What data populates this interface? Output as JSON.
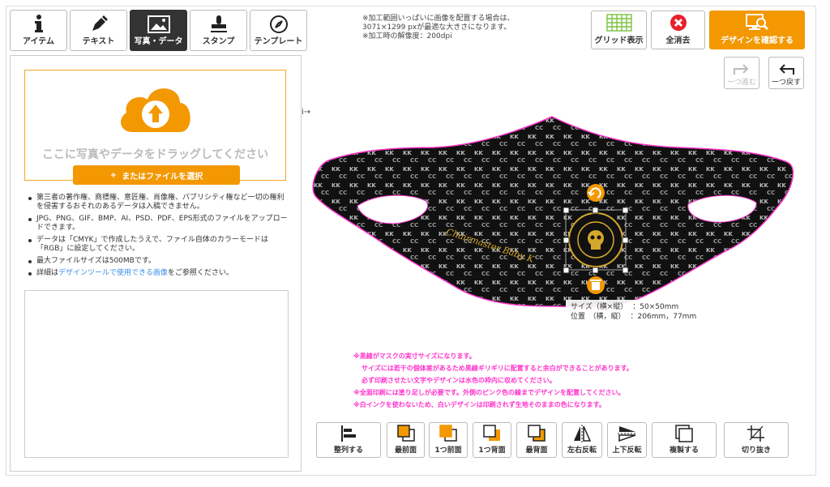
{
  "tabs": [
    {
      "label": "アイテム",
      "icon": "info-icon"
    },
    {
      "label": "テキスト",
      "icon": "pen-icon"
    },
    {
      "label": "写真・データ",
      "icon": "image-icon",
      "active": true
    },
    {
      "label": "スタンプ",
      "icon": "stamp-icon"
    },
    {
      "label": "テンプレート",
      "icon": "compass-icon"
    }
  ],
  "upload": {
    "drag_text": "ここに写真やデータをドラッグしてください",
    "file_button": "またはファイルを選択",
    "file_button_icon": "+"
  },
  "notes": [
    "第三者の著作権、商標権、意匠権、肖像権、パブリシティ権など一切の権利を侵害するおそれのあるデータは入稿できません。",
    "JPG、PNG、GIF、BMP、AI、PSD、PDF、EPS形式のファイルをアップロードできます。",
    "データは「CMYK」で作成したうえで、ファイル自体のカラーモードは「RGB」に設定してください。",
    "最大ファイルサイズは500MBです。"
  ],
  "note_link": {
    "prefix": "詳細は",
    "link": "デザインツールで使用できる画像",
    "suffix": "をご参照ください。"
  },
  "info": [
    "※加工範囲いっぱいに画像を配置する場合は、",
    "3071×1299 pxが最適な大きさになります。",
    "※加工時の解像度：200dpi"
  ],
  "top_buttons": {
    "grid": "グリッド表示",
    "clear": "全消去",
    "confirm": "デザインを確認する"
  },
  "undo": {
    "redo": "一つ進む",
    "undo": "一つ戻す"
  },
  "arrow_hint": "i→",
  "size_info": {
    "size_label": "サイズ（横×縦）",
    "size_value": "：50×50mm",
    "pos_label": "位置　（横，縦）",
    "pos_value": "：206mm，77mm"
  },
  "mask_text": "Chairmaster Baby K",
  "warnings": [
    "※黒線がマスクの実寸サイズになります。",
    "サイズには若干の個体差があるため黒線ギリギリに配置すると余白ができることがあります。",
    "必ず印刷させたい文字やデザインは水色の枠内に収めてください。",
    "※全面印刷には塗り足しが必要です。外側のピンク色の線までデザインを配置してください。",
    "※白インクを使わないため、白いデザインは印刷されず生地そのままの色になります。"
  ],
  "tools": {
    "align": "整列する",
    "front": "最前面",
    "forward": "1つ前面",
    "backward": "1つ背面",
    "back": "最背面",
    "flip_h": "左右反転",
    "flip_v": "上下反転",
    "duplicate": "複製する",
    "crop": "切り抜き"
  },
  "colors": {
    "accent": "#f39800",
    "danger": "#e8202a",
    "warn_text": "#ff33cc",
    "mask_outline": "#ff33cc"
  }
}
